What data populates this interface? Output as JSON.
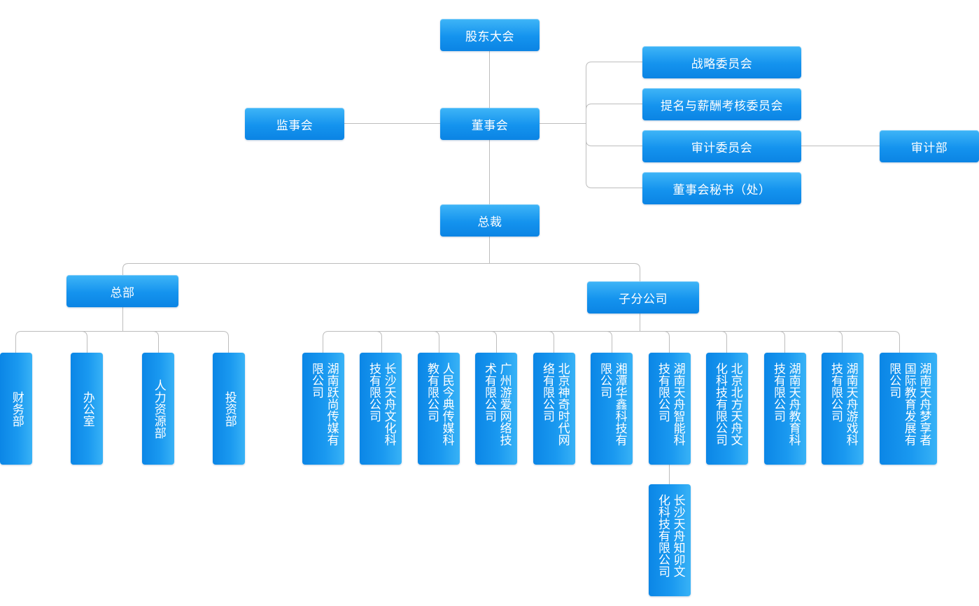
{
  "colors": {
    "box": "#1493ee",
    "box_light": "#3fb5f7",
    "connector": "#bdbdbd",
    "text": "#ffffff"
  },
  "org": {
    "shareholders_meeting": "股东大会",
    "supervisory_board": "监事会",
    "board": "董事会",
    "committees": {
      "strategy": "战略委员会",
      "nomination": "提名与薪酬考核委员会",
      "audit": "审计委员会",
      "secretary": "董事会秘书（处）"
    },
    "audit_dept": "审计部",
    "president": "总裁",
    "headquarters": "总部",
    "subsidiaries": "子分公司",
    "departments": {
      "finance": "财务部",
      "office": "办公室",
      "hr": "人力资源部",
      "investment": "投资部"
    },
    "companies": {
      "yueshang": "湖南跃尚传媒有限公司",
      "wenhua": "长沙天舟文化科技有限公司",
      "jinjiao": "人民今典传媒科教有限公司",
      "youai": "广州游爱网络技术有限公司",
      "shenqi": "北京神奇时代网络有限公司",
      "huaxin": "湘潭华鑫科技有限公司",
      "zhineng": "湖南天舟智能科技有限公司",
      "beifang": "北京北方天舟文化科技有限公司",
      "jiaoyu": "湖南天舟教育科技有限公司",
      "youxi": "湖南天舟游戏科技有限公司",
      "mengxiang": "湖南天舟梦享者国际教育发展有限公司",
      "zhimao": "长沙天舟知卯文化科技有限公司"
    }
  }
}
